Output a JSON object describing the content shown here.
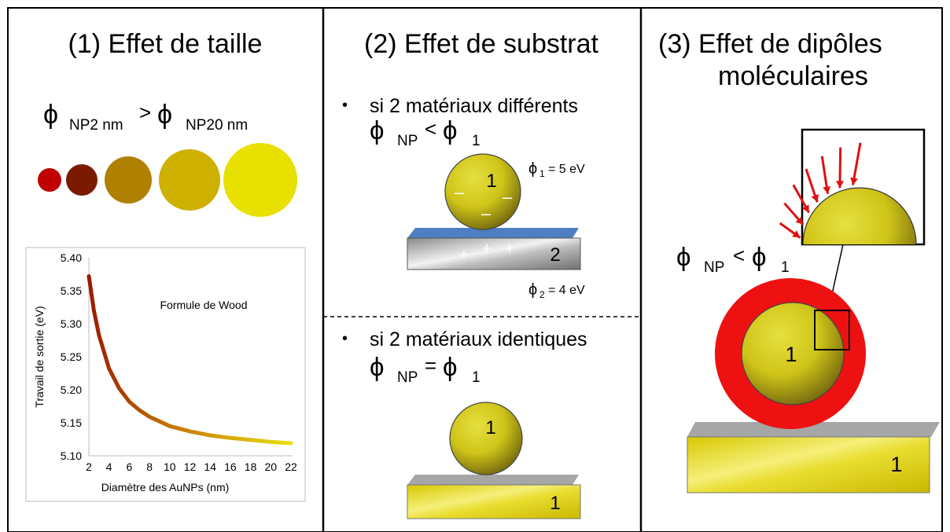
{
  "panel1": {
    "title": "(1) Effet de taille",
    "phi": "ϕ",
    "sub_left": "NP2 nm",
    "gt": ">",
    "sub_right": "NP20 nm",
    "circle_colors": [
      "#c00000",
      "#7a1a00",
      "#b08000",
      "#cdb000",
      "#e8e000"
    ],
    "chart_data": {
      "type": "line",
      "title": "Formule de Wood",
      "xlabel": "Diamètre des AuNPs (nm)",
      "ylabel": "Travail de sortie (eV)",
      "xlim": [
        2,
        22
      ],
      "ylim": [
        5.1,
        5.4
      ],
      "xticks": [
        "2",
        "4",
        "6",
        "8",
        "10",
        "12",
        "14",
        "16",
        "18",
        "20",
        "22"
      ],
      "yticks": [
        "5.40",
        "5.35",
        "5.30",
        "5.25",
        "5.20",
        "5.15",
        "5.10"
      ],
      "series": [
        {
          "x": [
            2,
            2.5,
            3,
            4,
            5,
            6,
            7,
            8,
            10,
            12,
            14,
            16,
            18,
            20,
            22
          ],
          "y": [
            5.372,
            5.32,
            5.283,
            5.232,
            5.202,
            5.182,
            5.169,
            5.159,
            5.145,
            5.137,
            5.131,
            5.127,
            5.124,
            5.121,
            5.119
          ]
        }
      ]
    }
  },
  "panel2": {
    "title": "(2) Effet de substrat",
    "bullet1": "si 2 matériaux différents",
    "eq1_phi_np": "ϕ",
    "eq1_np": "NP",
    "eq1_op": "<",
    "eq1_phi_1": "ϕ",
    "eq1_sub1": "1",
    "sphere1_label": "1",
    "minus": "–",
    "plus": "+",
    "block1_label": "2",
    "phi1_text": "ϕ",
    "phi1_sub": "1",
    "phi1_val": "= 5 eV",
    "phi2_text": "ϕ",
    "phi2_sub": "2",
    "phi2_val": "= 4 eV",
    "bullet2": "si 2 matériaux identiques",
    "eq2_phi_np": "ϕ",
    "eq2_np": "NP",
    "eq2_op": "=",
    "eq2_phi_1": "ϕ",
    "eq2_sub1": "1",
    "sphere2_label": "1",
    "block2_label": "1"
  },
  "panel3": {
    "title_line1": "(3) Effet de  dipôles",
    "title_line2": "moléculaires",
    "eq_phi_np": "ϕ",
    "eq_np": "NP",
    "eq_op": "<",
    "eq_phi_1": "ϕ",
    "eq_sub1": "1",
    "sphere_label": "1",
    "block_label": "1",
    "shell_color": "#ee1111",
    "arrow_color": "#e01010"
  },
  "bullet_char": "•"
}
